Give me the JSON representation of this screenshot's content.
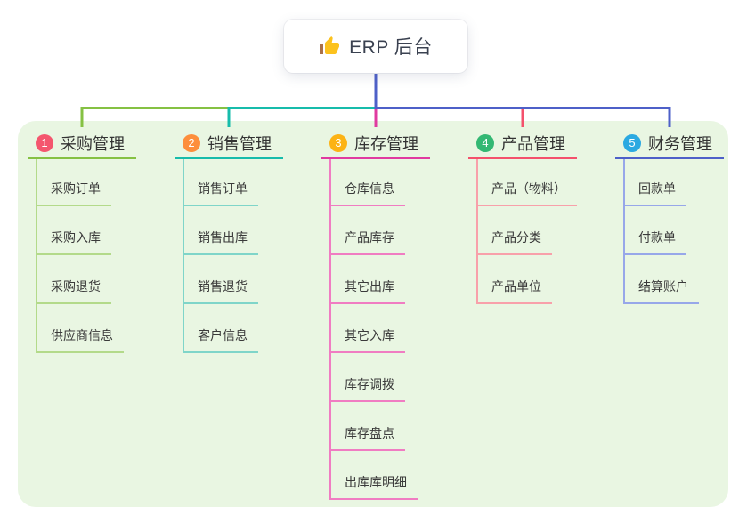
{
  "root": {
    "icon": "thumbs-up-icon",
    "label": "ERP 后台"
  },
  "colors": {
    "page_bg": "#ffffff",
    "panel_bg": "#e9f6e2",
    "root_line": "#4e60c8",
    "card_bg": "#ffffff",
    "root_text": "#3a4150",
    "header_text": "#333333",
    "child_text": "#3a3a3a",
    "badge_text": "#ffffff",
    "thumb_yellow": "#fcc21d",
    "thumb_cuff": "#aa7048"
  },
  "branches": [
    {
      "key": "purchase",
      "num": "1",
      "title": "采购管理",
      "badge_color": "#f4566e",
      "line_color": "#85c143",
      "child_line_color": "#b3da8a",
      "children": [
        "采购订单",
        "采购入库",
        "采购退货",
        "供应商信息"
      ]
    },
    {
      "key": "sales",
      "num": "2",
      "title": "销售管理",
      "badge_color": "#fd8e3c",
      "line_color": "#17bcab",
      "child_line_color": "#7fd5c9",
      "children": [
        "销售订单",
        "销售出库",
        "销售退货",
        "客户信息"
      ]
    },
    {
      "key": "inventory",
      "num": "3",
      "title": "库存管理",
      "badge_color": "#fcb315",
      "line_color": "#e03aa0",
      "child_line_color": "#f07cc2",
      "children": [
        "仓库信息",
        "产品库存",
        "其它出库",
        "其它入库",
        "库存调拨",
        "库存盘点",
        "出库库明细"
      ]
    },
    {
      "key": "product",
      "num": "4",
      "title": "产品管理",
      "badge_color": "#33b873",
      "line_color": "#f4516c",
      "child_line_color": "#f8a0aa",
      "children": [
        "产品（物料）",
        "产品分类",
        "产品单位"
      ]
    },
    {
      "key": "finance",
      "num": "5",
      "title": "财务管理",
      "badge_color": "#2ba9e1",
      "line_color": "#4e60c8",
      "child_line_color": "#97a7e9",
      "children": [
        "回款单",
        "付款单",
        "结算账户"
      ]
    }
  ]
}
